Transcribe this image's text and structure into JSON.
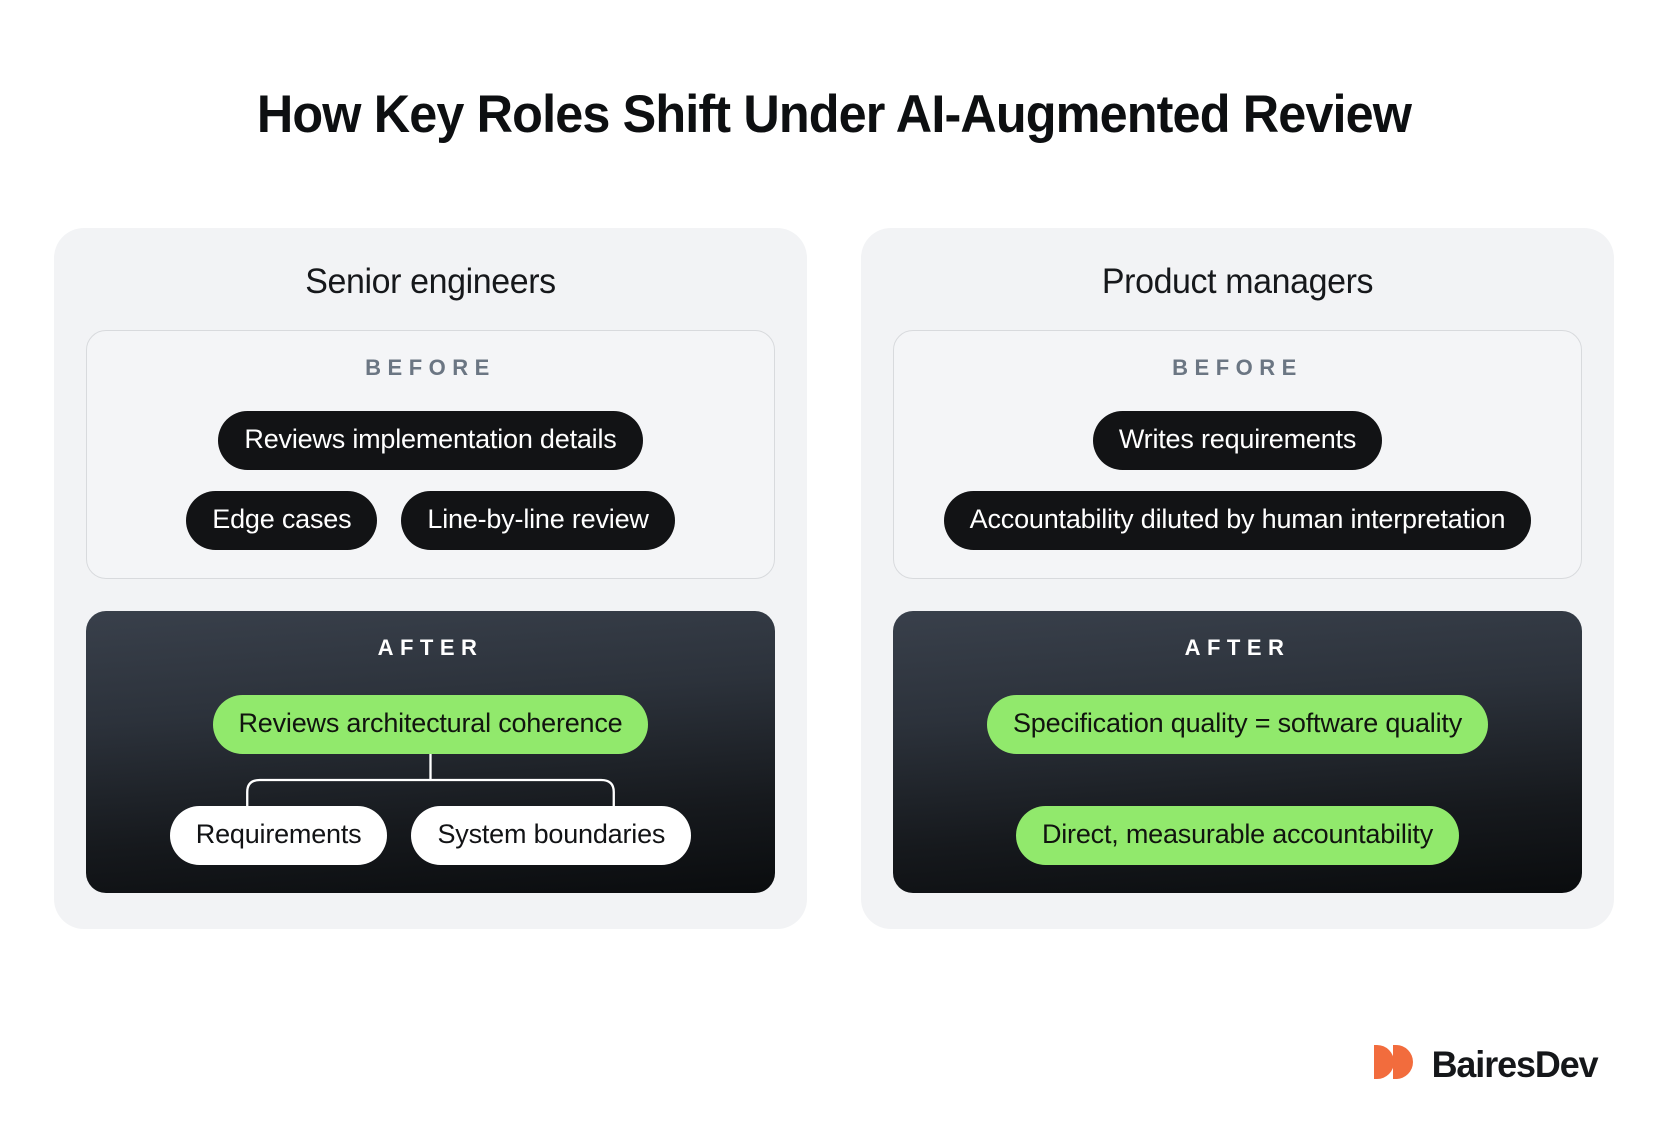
{
  "title": "How Key Roles Shift Under AI-Augmented Review",
  "colors": {
    "accent_green": "#91e96c",
    "dark_pill": "#121315",
    "panel_bg": "#f2f3f5",
    "stage_label": "#6b7683",
    "logo_orange": "#f26c3d",
    "title": "#0d0f11"
  },
  "panels": [
    {
      "heading": "Senior engineers",
      "before": {
        "label": "BEFORE",
        "rows": [
          [
            "Reviews implementation details"
          ],
          [
            "Edge cases",
            "Line-by-line review"
          ]
        ]
      },
      "after": {
        "label": "AFTER",
        "parent": "Reviews architectural coherence",
        "children": [
          "Requirements",
          "System boundaries"
        ],
        "has_connector": true
      }
    },
    {
      "heading": "Product managers",
      "before": {
        "label": "BEFORE",
        "rows": [
          [
            "Writes requirements"
          ],
          [
            "Accountability diluted by human interpretation"
          ]
        ]
      },
      "after": {
        "label": "AFTER",
        "rows": [
          [
            "Specification quality = software quality"
          ],
          [
            "Direct, measurable accountability"
          ]
        ],
        "has_connector": false
      }
    }
  ],
  "logo": {
    "mark": "bairesdev-mark-icon",
    "text": "BairesDev"
  }
}
